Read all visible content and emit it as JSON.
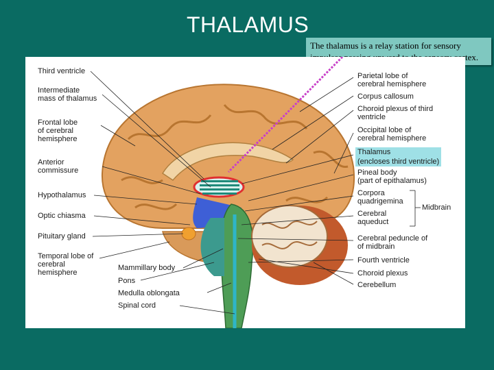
{
  "title": "THALAMUS",
  "callout": {
    "line1": "The thalamus is a relay station for sensory",
    "line2": "impulses passing upward to the sensory cortex."
  },
  "labels_left": [
    "Third ventricle",
    "Intermediate",
    "mass of thalamus",
    "Frontal lobe",
    "of cerebral",
    "hemisphere",
    "Anterior",
    "commissure",
    "Hypothalamus",
    "Optic chiasma",
    "Pituitary gland",
    "Temporal lobe of",
    "cerebral",
    "hemisphere"
  ],
  "labels_bottom": [
    "Mammillary body",
    "Pons",
    "Medulla oblongata",
    "Spinal cord"
  ],
  "labels_right": [
    "Parietal lobe of",
    "cerebral hemisphere",
    "Corpus callosum",
    "Choroid plexus of third",
    "ventricle",
    "Occipital lobe of",
    "cerebral hemisphere",
    "Thalamus",
    "(encloses third ventricle)",
    "Pineal body",
    "(part of epithalamus)",
    "Corpora",
    "quadrigemina",
    "Cerebral",
    "aqueduct",
    "Cerebral peduncle of",
    "of midbrain",
    "Fourth ventricle",
    "Choroid plexus",
    "Cerebellum"
  ],
  "midbrain_label": "Midbrain",
  "colors": {
    "background": "#0a6b62",
    "callout": "#7fc8c0",
    "highlight": "#9fe0e6",
    "pointer": "#c840c8"
  }
}
